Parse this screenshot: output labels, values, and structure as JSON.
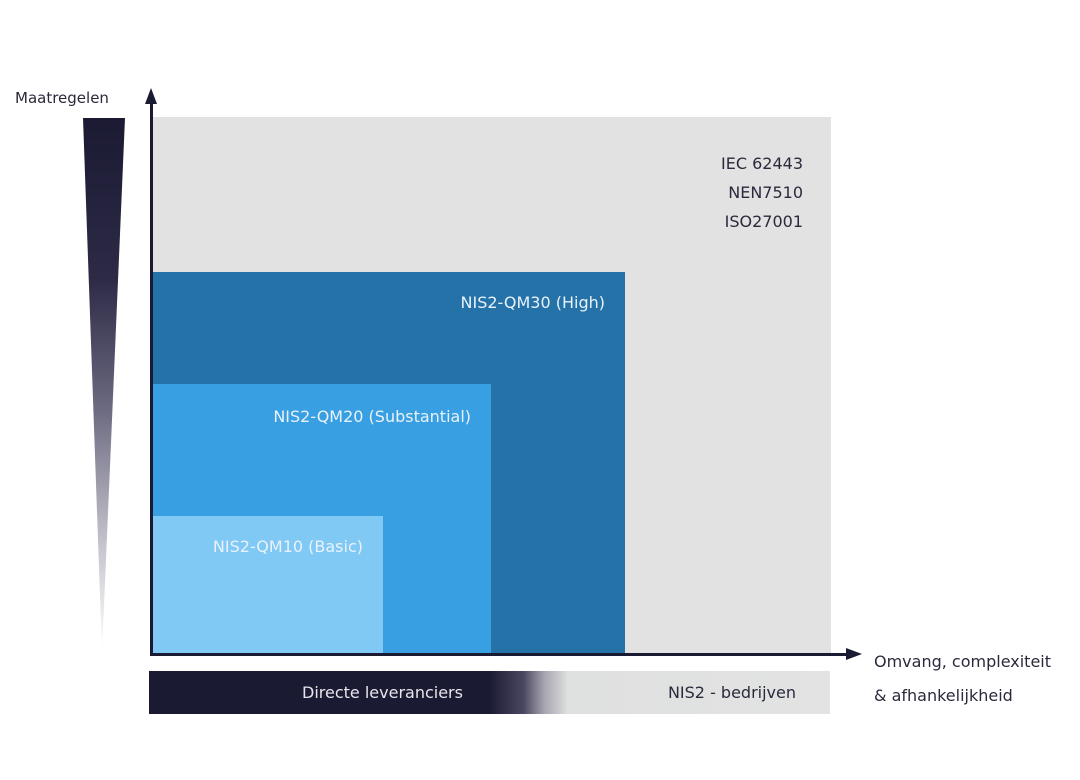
{
  "axes": {
    "y_label": "Maatregelen",
    "x_label_line1": "Omvang, complexiteit",
    "x_label_line2": "& afhankelijkheid"
  },
  "regions": {
    "outer": {
      "standards": [
        "IEC 62443",
        "NEN7510",
        "ISO27001"
      ],
      "color": "#e2e2e2"
    },
    "qm30": {
      "label": "NIS2-QM30 (High)",
      "color": "#2472a8"
    },
    "qm20": {
      "label": "NIS2-QM20 (Substantial)",
      "color": "#389fe2"
    },
    "qm10": {
      "label": "NIS2-QM10 (Basic)",
      "color": "#80c9f4"
    }
  },
  "bottom_bar": {
    "left_label": "Directe leveranciers",
    "right_label": "NIS2 - bedrijven",
    "dark_color": "#1b1a33",
    "light_color": "#e2e3e2"
  },
  "colors": {
    "axis": "#1b1a33",
    "text": "#2a2a3c"
  }
}
